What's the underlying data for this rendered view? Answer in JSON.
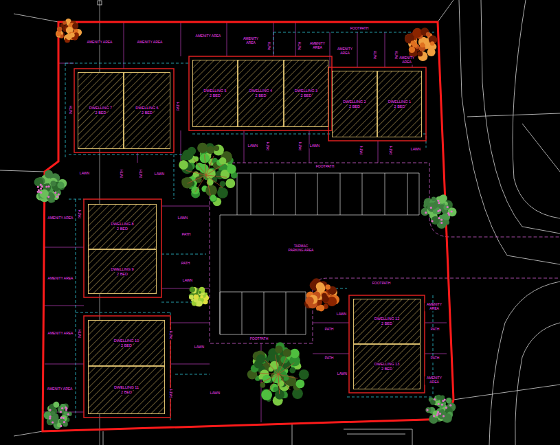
{
  "diagram": {
    "nodes": [
      {
        "text": [
          "DWELLING 7",
          "2 BED"
        ]
      },
      {
        "text": [
          "DWELLING 6",
          "2 BED"
        ]
      },
      {
        "text": [
          "DWELLING 5",
          "2 BED"
        ]
      },
      {
        "text": [
          "DWELLING 4",
          "2 BED"
        ]
      },
      {
        "text": [
          "DWELLING 3",
          "2 BED"
        ]
      },
      {
        "text": [
          "DWELLING 2",
          "2 BED"
        ]
      },
      {
        "text": [
          "DWELLING 1",
          "2 BED"
        ]
      },
      {
        "text": [
          "DWELLING 8",
          "2 BED"
        ]
      },
      {
        "text": [
          "DWELLING 9",
          "2 BED"
        ]
      },
      {
        "text": [
          "DWELLING 10",
          "2 BED"
        ]
      },
      {
        "text": [
          "DWELLING 11",
          "2 BED"
        ]
      },
      {
        "text": [
          "DWELLING 12",
          "2 BED"
        ]
      },
      {
        "text": [
          "DWELLING 13",
          "2 BED"
        ]
      }
    ],
    "labels": [
      "AMENITY AREA",
      "AMENITY AREA",
      "AMENITY AREA",
      "AMENITY AREA",
      "AMENITY AREA",
      "AMENITY AREA",
      "AMENITY AREA",
      "AMENITY AREA",
      "AMENITY AREA",
      "AMENITY AREA",
      "AMENITY AREA",
      "AMENITY AREA",
      "AMENITY AREA",
      "FOOTPATH",
      "FOOTPATH",
      "FOOTPATH",
      "FOOTPATH",
      "PATH",
      "PATH",
      "PATH",
      "PATH",
      "PATH",
      "PATH",
      "PATH",
      "PATH",
      "PATH",
      "PATH",
      "PATH",
      "PATH",
      "PATH",
      "PATH",
      "PATH",
      "PATH",
      "PATH",
      "PATH",
      "PATH",
      "PATH",
      "PATH",
      "PATH",
      "LAWN",
      "LAWN",
      "LAWN",
      "LAWN",
      "LAWN",
      "LAWN",
      "LAWN",
      "LAWN",
      "LAWN",
      "LAWN",
      "LAWN",
      "TARMAC PARKING AREA"
    ]
  }
}
